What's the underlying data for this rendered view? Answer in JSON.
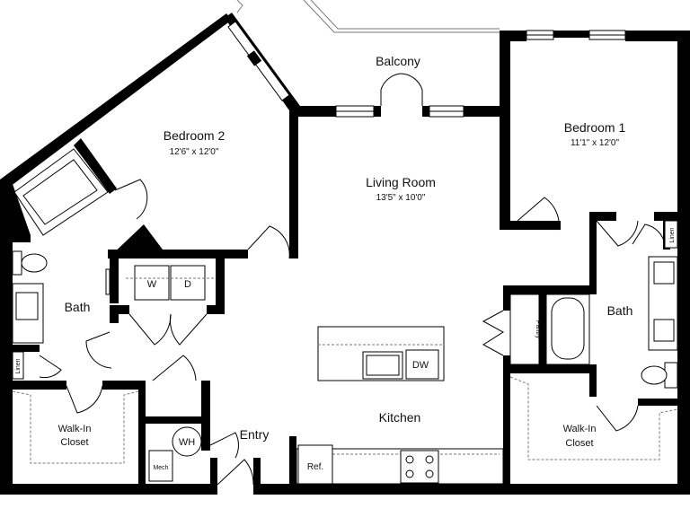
{
  "rooms": {
    "bedroom2": {
      "name": "Bedroom 2",
      "size": "12'6\" x 12'0\""
    },
    "bedroom1": {
      "name": "Bedroom 1",
      "size": "11'1\" x 12'0\""
    },
    "living": {
      "name": "Living Room",
      "size": "13'5\" x 10'0\""
    },
    "balcony": {
      "name": "Balcony"
    },
    "kitchen": {
      "name": "Kitchen"
    },
    "entry": {
      "name": "Entry"
    },
    "bath_left": {
      "name": "Bath"
    },
    "bath_right": {
      "name": "Bath"
    },
    "closet_left": {
      "line1": "Walk-In",
      "line2": "Closet"
    },
    "closet_right": {
      "line1": "Walk-In",
      "line2": "Closet"
    }
  },
  "fixtures": {
    "washer": "W",
    "dryer": "D",
    "dishwasher": "DW",
    "water_heater": "WH",
    "mech": "Mech",
    "fridge": "Ref.",
    "pantry": "Pantry",
    "linen_left": "Linen",
    "linen_right": "Linen"
  }
}
